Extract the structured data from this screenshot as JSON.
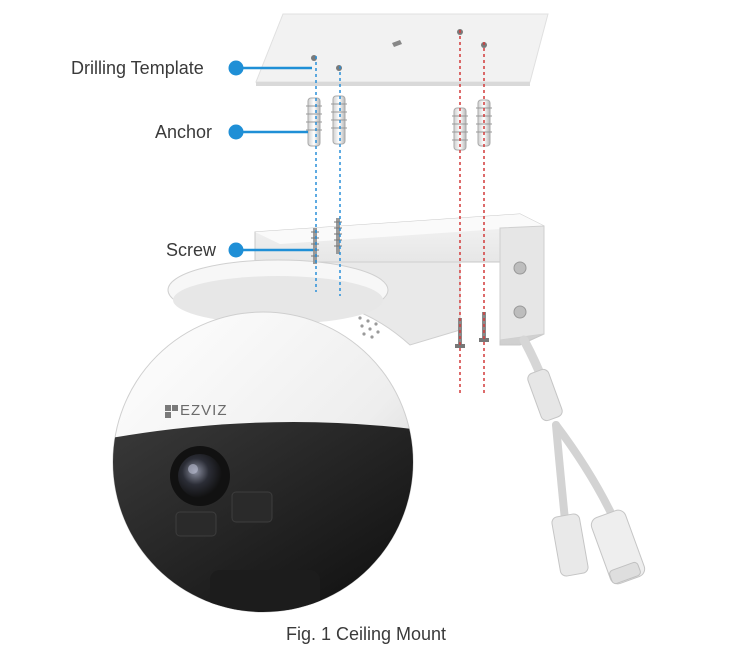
{
  "callouts": {
    "drilling_template": "Drilling Template",
    "anchor": "Anchor",
    "screw": "Screw"
  },
  "camera": {
    "brand": "EZVIZ"
  },
  "caption": "Fig. 1 Ceiling Mount",
  "colors": {
    "callout_blue": "#1f8fd6",
    "guide_blue": "#2a8fd8",
    "guide_red": "#d23a3a",
    "text": "#3a3a3a"
  }
}
